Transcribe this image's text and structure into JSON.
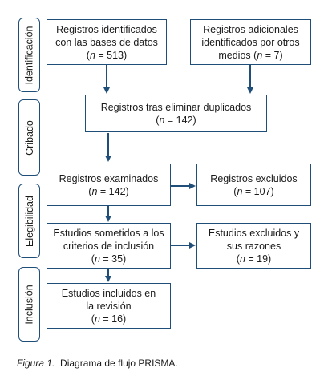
{
  "phases": [
    {
      "label": "Identificación"
    },
    {
      "label": "Cribado"
    },
    {
      "label": "Elegibilidad"
    },
    {
      "label": "Inclusión"
    }
  ],
  "boxes": {
    "identified_db": {
      "line1": "Registros identificados",
      "line2": "con las bases de datos",
      "count": "513"
    },
    "identified_other": {
      "line1": "Registros adicionales",
      "line2": "identificados por otros",
      "line3": "medios",
      "count": "7"
    },
    "after_duplicates": {
      "line1": "Registros tras eliminar duplicados",
      "count": "142"
    },
    "screened": {
      "line1": "Registros examinados",
      "count": "142"
    },
    "excluded": {
      "line1": "Registros excluidos",
      "count": "107"
    },
    "assessed": {
      "line1": "Estudios sometidos a los",
      "line2": "criterios de inclusión",
      "count": "35"
    },
    "excluded_reasons": {
      "line1": "Estudios excluidos y",
      "line2": "sus razones",
      "count": "19"
    },
    "included": {
      "line1": "Estudios incluidos en",
      "line2": "la revisión",
      "count": "16"
    }
  },
  "n_symbol": "n",
  "count_prefix": "(",
  "eq": " = ",
  "count_suffix": ")",
  "caption": {
    "label": "Figura 1.",
    "text": "Diagrama de flujo PRISMA."
  },
  "colors": {
    "border": "#1f4e79",
    "arrow": "#1f4e79"
  }
}
